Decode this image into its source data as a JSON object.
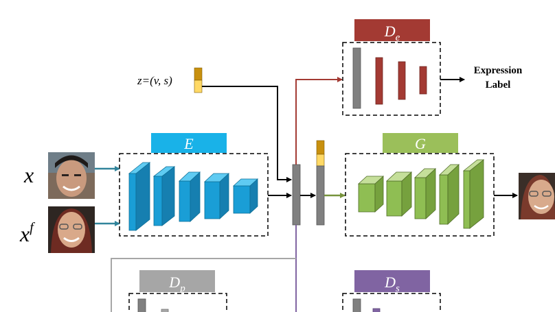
{
  "modules": {
    "encoder": {
      "label": "E",
      "color": "#19b2e8"
    },
    "generator": {
      "label": "G",
      "color": "#9bbf5a"
    },
    "expression_discriminator": {
      "label_main": "D",
      "label_sub": "e",
      "color": "#a33a33"
    },
    "pose_discriminator": {
      "label_main": "D",
      "label_sub": "p",
      "color": "#a6a6a6"
    },
    "style_discriminator": {
      "label_main": "D",
      "label_sub": "s",
      "color": "#8064a2"
    }
  },
  "inputs": {
    "x_label": "x",
    "xf_main": "x",
    "xf_sup": "f",
    "z_label": "z=(v, s)"
  },
  "outputs": {
    "expression_line1": "Expression",
    "expression_line2": "Label"
  },
  "colors": {
    "feature_bar": "#808080",
    "z_top": "#c8900e",
    "z_bottom": "#ffd966",
    "teal_arrow": "#31849b",
    "green_arrow": "#77933c",
    "red_arrow": "#a33a33",
    "purple_line": "#8064a2",
    "gray_line": "#a6a6a6"
  }
}
